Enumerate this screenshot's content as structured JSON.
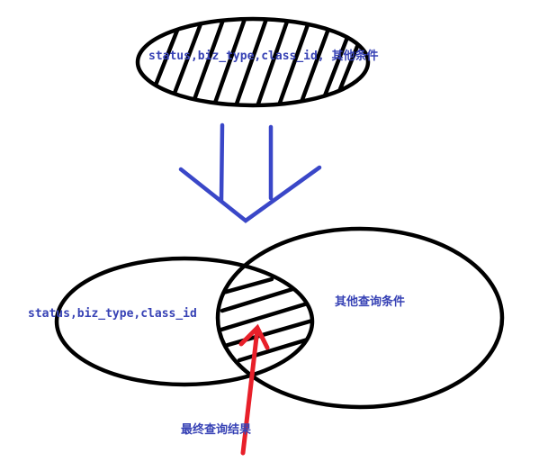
{
  "colors": {
    "outline": "#000000",
    "text": "#3742b5",
    "arrow_down": "#3a47c8",
    "arrow_result": "#e8202a",
    "background": "#ffffff"
  },
  "labels": {
    "top_ellipse": "status,biz_type,class_id, 其他条件",
    "left_circle": "status,biz_type,class_id",
    "right_circle": "其他查询条件",
    "result": "最终查询结果"
  }
}
